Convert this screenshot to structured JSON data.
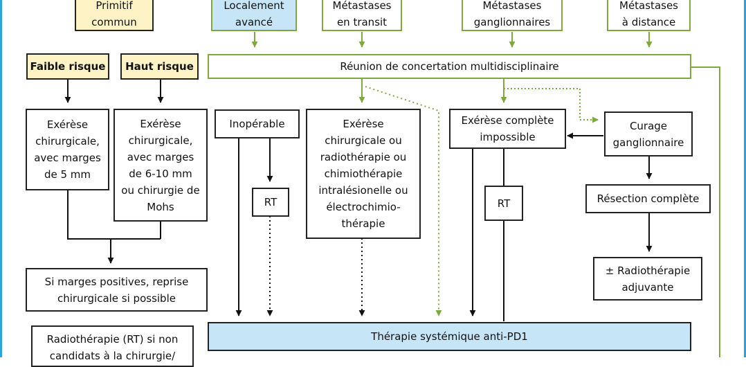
{
  "headers": {
    "primitif": "Primitif\ncommun",
    "localement": "Localement\navancé",
    "transit": "Métastases\nen transit",
    "ganglionnaires": "Métastases\nganglionnaires",
    "distance": "Métastases\nà distance"
  },
  "risk": {
    "faible": "Faible risque",
    "haut": "Haut risque"
  },
  "rcp": "Réunion de concertation multidisciplinaire",
  "boxes": {
    "exerese_5mm": "Exérèse\nchirurgicale,\navec marges\nde 5 mm",
    "exerese_6_10mm": "Exérèse\nchirurgicale,\navec marges\nde 6-10 mm\nou chirurgie de\nMohs",
    "marges_positives": "Si marges positives, reprise\nchirurgicale si possible",
    "radiotherapie_non_candidats": "Radiothérapie (RT) si non\ncandidats à la chirurgie/",
    "inoperable": "Inopérable",
    "rt_inoperable": "RT",
    "options_transit": "Exérèse\nchirurgicale ou\nradiothérapie ou\nchimiothérapie\nintralésionelle ou\nélectrochimio-\nthérapie",
    "exerese_impossible": "Exérèse complète\nimpossible",
    "rt_impossible": "RT",
    "curage": "Curage\nganglionnaire",
    "resection": "Résection complète",
    "radiotherapie_adjuvante": "± Radiothérapie\nadjuvante",
    "anti_pd1": "Thérapie systémique anti-PD1"
  },
  "colors": {
    "green": "#7daa3b",
    "blue_fill": "#c6e6f7",
    "yellow_fill": "#fdf3c4",
    "frame": "#2aa3e0"
  }
}
